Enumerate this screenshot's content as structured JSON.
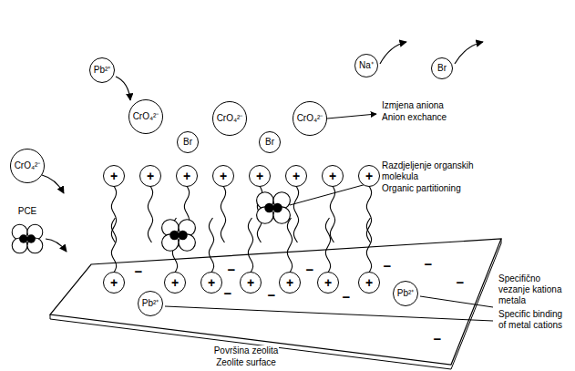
{
  "diagram": {
    "nodes": [
      {
        "text": [
          "Pb²⁺"
        ]
      },
      {
        "text": [
          "Na⁺"
        ]
      },
      {
        "text": [
          "Br"
        ]
      },
      {
        "text": [
          "CrO₄²⁻"
        ]
      },
      {
        "text": [
          "CrO₄²⁻"
        ]
      },
      {
        "text": [
          "CrO₄²⁻"
        ]
      },
      {
        "text": [
          "Br"
        ]
      },
      {
        "text": [
          "Br"
        ]
      },
      {
        "text": [
          "CrO₄²⁻"
        ]
      },
      {
        "text": [
          "+"
        ]
      },
      {
        "text": [
          "+"
        ]
      },
      {
        "text": [
          "+"
        ]
      },
      {
        "text": [
          "+"
        ]
      },
      {
        "text": [
          "+"
        ]
      },
      {
        "text": [
          "+"
        ]
      },
      {
        "text": [
          "+"
        ]
      },
      {
        "text": [
          "+"
        ]
      },
      {
        "text": [
          "+"
        ]
      },
      {
        "text": [
          "+"
        ]
      },
      {
        "text": [
          "+"
        ]
      },
      {
        "text": [
          "+"
        ]
      },
      {
        "text": [
          "+"
        ]
      },
      {
        "text": [
          "+"
        ]
      },
      {
        "text": [
          "+"
        ]
      },
      {
        "text": [
          "Pb²⁺"
        ]
      },
      {
        "text": [
          "Pb²⁺"
        ]
      }
    ],
    "labels": [
      "PCE",
      "Izmjena aniona",
      "Anion exchance",
      "Razdjeljenje organskih molekula",
      "Organic partitioning",
      "Specifično vezanje kationa metala",
      "Specific binding of metal cations",
      "Površina zeolita",
      "Zeolite surface",
      "−",
      "−",
      "−",
      "−",
      "−",
      "−",
      "−",
      "−",
      "−",
      "−"
    ]
  }
}
